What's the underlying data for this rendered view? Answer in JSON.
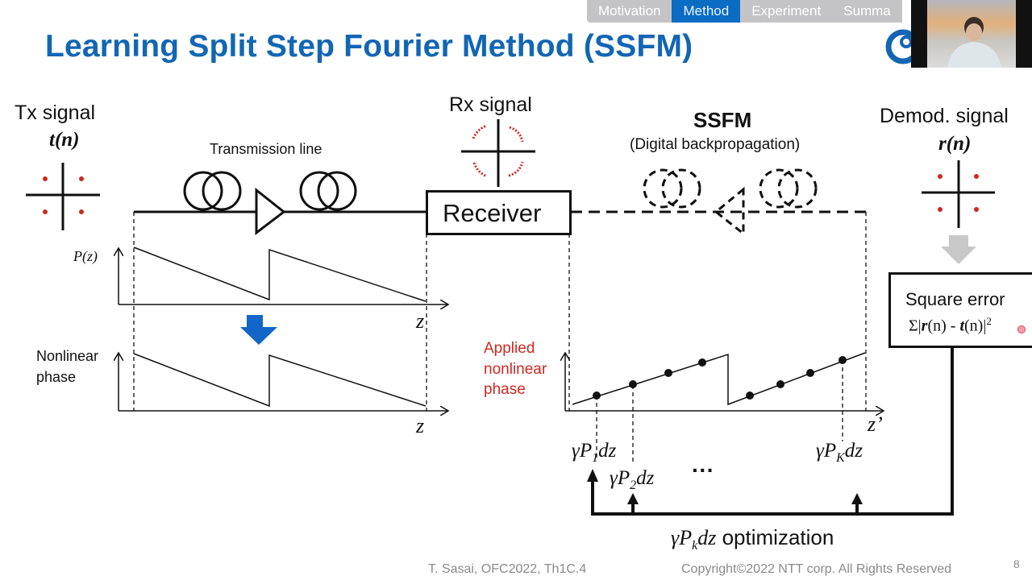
{
  "nav": {
    "tabs": [
      {
        "label": "Motivation",
        "active": false
      },
      {
        "label": "Method",
        "active": true
      },
      {
        "label": "Experiment",
        "active": false
      },
      {
        "label": "Summa",
        "active": false
      }
    ]
  },
  "title": "Learning Split Step Fourier Method (SSFM)",
  "colors": {
    "title": "#1266b4",
    "active_tab": "#0b6cc4",
    "constellation": "#cc2a22",
    "red_label": "#cc2a22",
    "blue_arrow": "#1266c8",
    "gray_arrow": "#c8c8c8"
  },
  "tx": {
    "label": "Tx signal",
    "symbol": "t(n)"
  },
  "transmission_line": {
    "label": "Transmission line"
  },
  "rx": {
    "label": "Rx signal",
    "receiver": "Receiver"
  },
  "ssfm": {
    "label": "SSFM",
    "sublabel": "(Digital backpropagation)"
  },
  "demod": {
    "label": "Demod. signal",
    "symbol": "r(n)"
  },
  "square_error": {
    "label": "Square error",
    "formula_sigma": "Σ|",
    "formula_r": "r",
    "formula_n1": "(n) - ",
    "formula_t": "t",
    "formula_n2": "(n)|",
    "formula_sup": "2"
  },
  "power_plot": {
    "ylabel": "P(z)",
    "xlabel": "z"
  },
  "nl_plot": {
    "ylabel_line1": "Nonlinear",
    "ylabel_line2": "phase",
    "xlabel": "z"
  },
  "applied_plot": {
    "ylabel_line1": "Applied",
    "ylabel_line2": "nonlinear",
    "ylabel_line3": "phase",
    "xlabel": "z’",
    "labels": {
      "p1": {
        "pre": "γP",
        "sub": "1",
        "post": "dz"
      },
      "p2": {
        "pre": "γP",
        "sub": "2",
        "post": "dz"
      },
      "pk": {
        "pre": "γP",
        "sub": "K",
        "post": "dz"
      }
    },
    "ellipsis": "···"
  },
  "optimization": {
    "pre": "γP",
    "sub": "k",
    "post": "dz",
    "label": " optimization"
  },
  "footer": {
    "author": "T. Sasai, OFC2022, Th1C.4",
    "copyright": "Copyright©2022 NTT corp. All Rights Reserved",
    "page": "8"
  }
}
